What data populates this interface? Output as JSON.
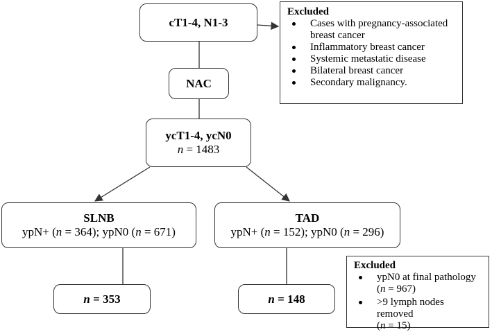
{
  "nodes": {
    "start": {
      "label": "cT1-4, N1-3"
    },
    "nac": {
      "label": "NAC"
    },
    "yc": {
      "label": "ycT1-4, ycN0",
      "n_pre": "n",
      "n_value": " = 1483"
    },
    "slnb": {
      "label": "SLNB",
      "s1": "ypN+ (",
      "n1": "n",
      "s2": " = 364); ypN0 (",
      "n2": "n",
      "s3": " = 671)"
    },
    "tad": {
      "label": "TAD",
      "s1": "ypN+ (",
      "n1": "n",
      "s2": " = 152); ypN0 (",
      "n2": "n",
      "s3": " = 296)"
    },
    "slnb_final": {
      "n_pre": "n",
      "n_value": " = 353"
    },
    "tad_final": {
      "n_pre": "n",
      "n_value": " = 148"
    }
  },
  "excluded_top": {
    "title": "Excluded",
    "items": [
      "Cases with pregnancy-associated breast cancer",
      "Inflammatory breast cancer",
      "Systemic metastatic disease",
      "Bilateral breast cancer",
      "Secondary malignancy."
    ]
  },
  "excluded_bottom": {
    "title": "Excluded",
    "item1": {
      "text": "ypN0 at final pathology",
      "paren_open": "(",
      "n": "n",
      "value": " = 967)"
    },
    "item2": {
      "text": ">9 lymph nodes removed",
      "paren_open": "(",
      "n": "n",
      "value": " = 15)"
    }
  },
  "colors": {
    "line": "#333333",
    "background": "#ffffff",
    "text": "#000000"
  }
}
